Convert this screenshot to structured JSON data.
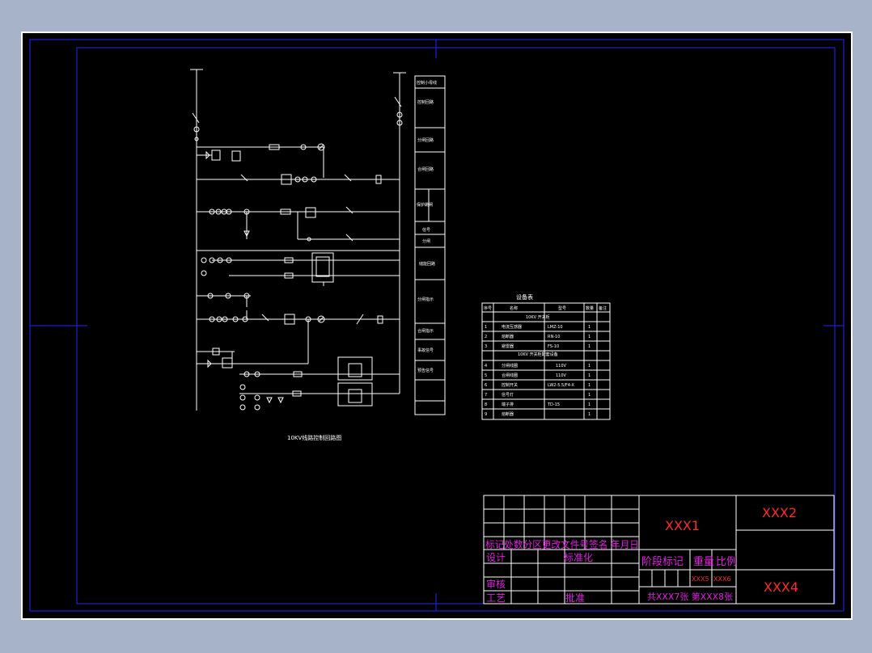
{
  "drawing": {
    "caption": "10KV线路控制回路图",
    "device_table_title": "设备表",
    "device_table_header": [
      "序号",
      "名称",
      "型号",
      "数量",
      "备注"
    ],
    "device_table_section": "10KV 开关柜",
    "device_table_section2": "10KV 开关柜配套设备",
    "device_table_rows": [
      [
        "1",
        "电流互感器",
        "LMZ-10",
        "1",
        ""
      ],
      [
        "2",
        "熔断器",
        "RN-10",
        "1",
        ""
      ],
      [
        "3",
        "避雷器",
        "FS-10",
        "1",
        ""
      ],
      [
        "4",
        "分闸线圈",
        "110V",
        "1",
        ""
      ],
      [
        "5",
        "合闸线圈",
        "110V",
        "1",
        ""
      ],
      [
        "6",
        "控制开关",
        "LW2-5.5/F4-X",
        "1",
        ""
      ],
      [
        "7",
        "信号灯",
        "",
        "1",
        ""
      ],
      [
        "8",
        "端子排",
        "TD-15",
        "1",
        ""
      ],
      [
        "9",
        "熔断器",
        "",
        "1",
        ""
      ]
    ],
    "function_column": [
      "控制小母线",
      "控制回路",
      "分闸回路",
      "合闸回路",
      "保护跳闸",
      "信号",
      "分闸",
      "储能回路",
      "分闸指示",
      "合闸指示",
      "事故信号",
      "预告信号"
    ]
  },
  "title_block": {
    "drawing_name": "XXX1",
    "drawing_code": "XXX2",
    "company": "XXX4",
    "header_row": "标记处数分区更改文件号签名 年月日",
    "design_label": "设计",
    "standardize_label": "标准化",
    "stage_mark_label": "阶段标记",
    "weight_label": "重量",
    "scale_label": "比例",
    "weight_value": "XXX5",
    "scale_value": "XXX6",
    "review_label": "审核",
    "process_label": "工艺",
    "approve_label": "批准",
    "sheets_label": "共XXX7张  第XXX8张"
  },
  "colors": {
    "background": "#a6b3c8",
    "paper": "#000000",
    "line": "#ffffff",
    "frame": "#1a1aff",
    "title_red": "#ff2a2a",
    "title_magenta": "#e21fe2"
  }
}
